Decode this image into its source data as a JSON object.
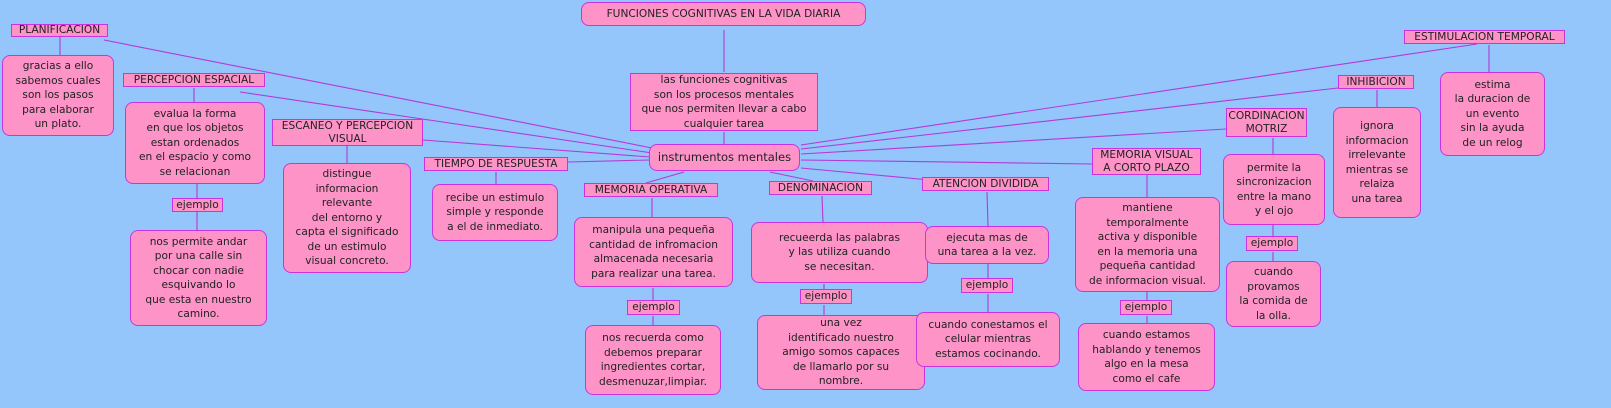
{
  "title": "FUNCIONES COGNITIVAS EN LA VIDA DIARIA",
  "definition": "las funciones cognitivas\nson los procesos mentales\nque nos permiten llevar a cabo\ncualquier tarea",
  "center": "instrumentos mentales",
  "example_label": "ejemplo",
  "concepts": {
    "planificacion": {
      "label": "PLANIFICACION",
      "description": "gracias a ello\nsabemos  cuales\nson los pasos\npara elaborar\nun plato."
    },
    "percepcion_espacial": {
      "label": "PERCEPCION ESPACIAL",
      "description": "evalua la forma\nen que los objetos\nestan ordenados\nen el espacio y como\nse relacionan",
      "example": "nos permite andar\npor una calle sin\nchocar con nadie\nesquivando lo\nque esta en nuestro\ncamino."
    },
    "escaneo": {
      "label": "ESCANEO Y PERCEPCION\nVISUAL",
      "description": "distingue\ninformacion\nrelevante\ndel entorno y\ncapta el significado\nde un estimulo\nvisual concreto."
    },
    "tiempo_respuesta": {
      "label": "TIEMPO DE RESPUESTA",
      "description": "recibe un estimulo\nsimple y responde\na el de inmediato."
    },
    "memoria_operativa": {
      "label": "MEMORIA OPERATIVA",
      "description": "manipula una pequeña\ncantidad de infromacion\nalmacenada necesaria\npara realizar una tarea.",
      "example": "nos recuerda como\ndebemos preparar\ningredientes cortar,\ndesmenuzar,limpiar."
    },
    "denominacion": {
      "label": "DENOMINACION",
      "description": "recueerda las palabras\ny las utiliza cuando\nse necesitan.",
      "example": "una vez\nidentificado nuestro\namigo somos capaces\nde llamarlo por su\nnombre."
    },
    "atencion_dividida": {
      "label": "ATENCION DIVIDIDA",
      "description": "ejecuta mas de\nuna tarea a la vez.",
      "example": "cuando conestamos el\ncelular mientras\nestamos cocinando."
    },
    "memoria_visual": {
      "label": "MEMORIA VISUAL\nA CORTO PLAZO",
      "description": "mantiene\ntemporalmente\nactiva y disponible\nen la memoria una\npequeña cantidad\nde informacion visual.",
      "example": "cuando estamos\nhablando y tenemos\nalgo en la mesa\ncomo el cafe"
    },
    "cordinacion": {
      "label": "CORDINACION\nMOTRIZ",
      "description": "permite la\nsincronizacion\nentre la mano\ny el ojo",
      "example": "cuando\nprovamos\nla comida de\nla olla."
    },
    "inhibicion": {
      "label": "INHIBICION",
      "description": "ignora\ninformacion\nirrelevante\nmientras se\nrelaiza\nuna tarea"
    },
    "estimulacion": {
      "label": "ESTIMULACION TEMPORAL",
      "description": "estima\nla duracion de\nun evento\nsin la ayuda\nde un relog"
    }
  },
  "colors": {
    "background": "#94c5fb",
    "node_fill": "#fd93c7",
    "border": "#c934e0"
  }
}
